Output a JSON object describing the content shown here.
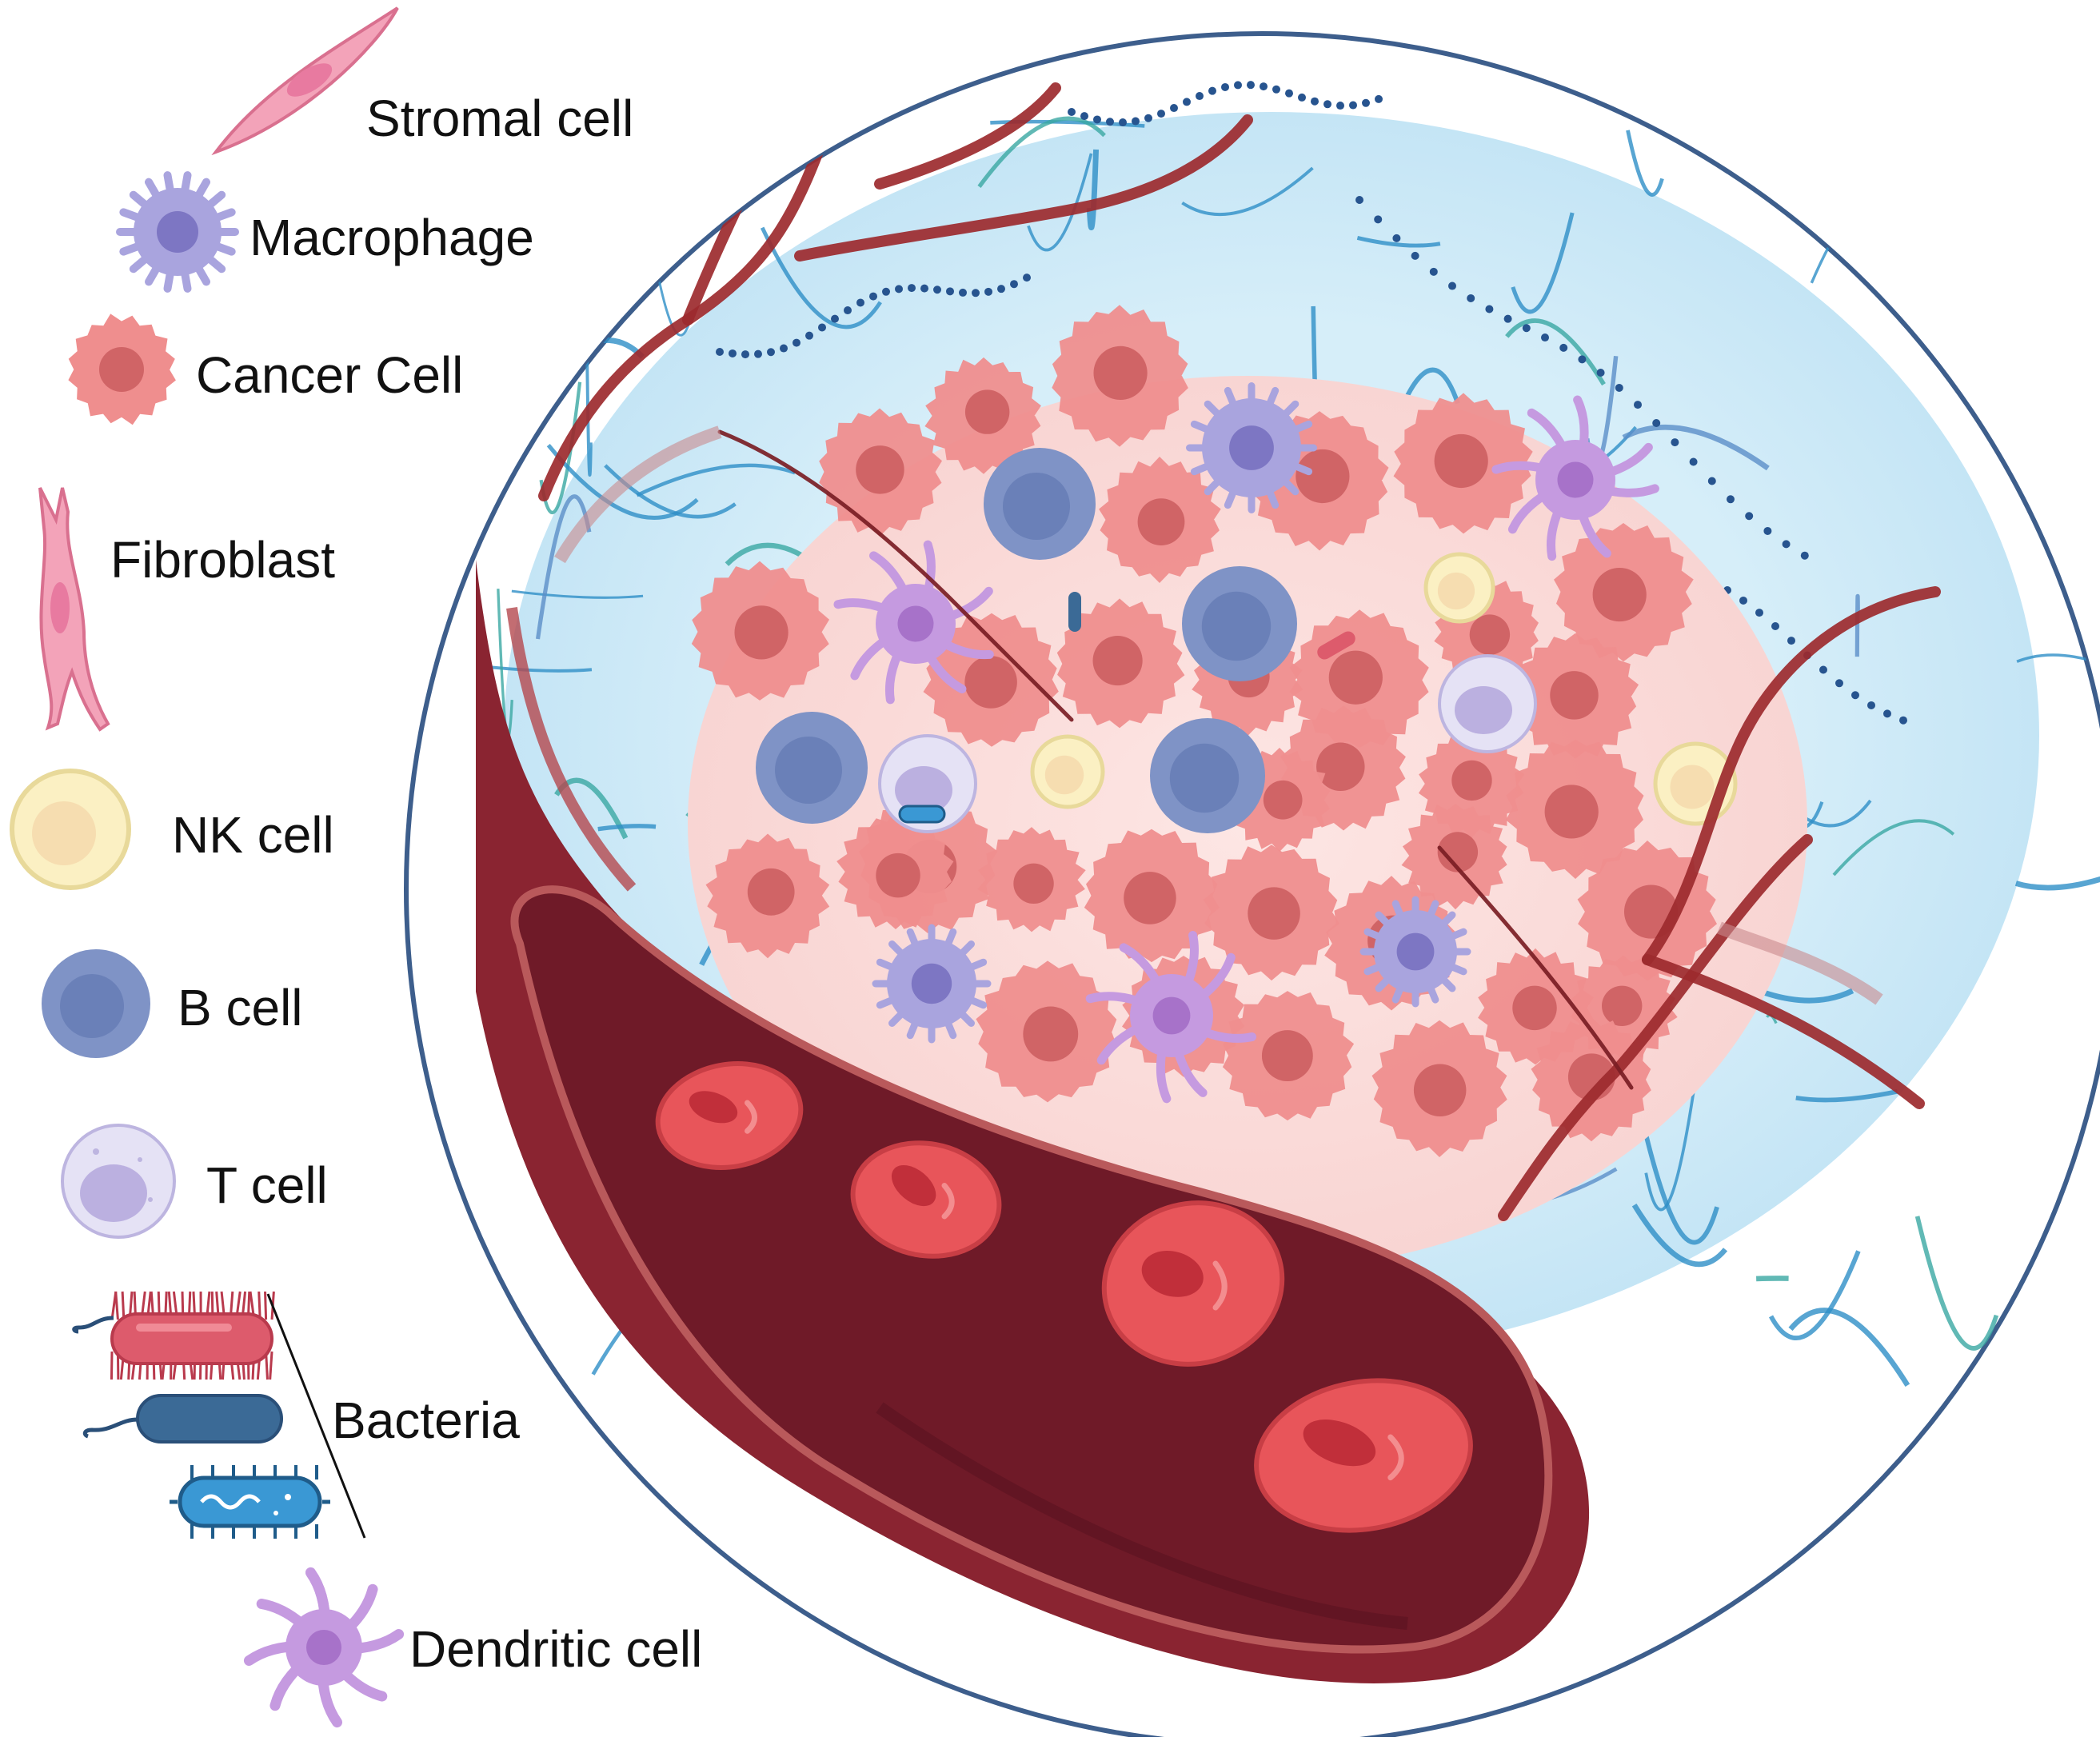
{
  "legend": {
    "items": [
      {
        "key": "stromal",
        "label": "Stromal cell",
        "icon": "stromal-cell-icon",
        "color": "#f3a3b9"
      },
      {
        "key": "macrophage",
        "label": "Macrophage",
        "icon": "macrophage-icon",
        "color": "#a9a4de"
      },
      {
        "key": "cancer",
        "label": "Cancer Cell",
        "icon": "cancer-cell-icon",
        "color": "#ef8e8e"
      },
      {
        "key": "fibroblast",
        "label": "Fibroblast",
        "icon": "fibroblast-icon",
        "color": "#f3a3b9"
      },
      {
        "key": "nk",
        "label": "NK cell",
        "icon": "nk-cell-icon",
        "color": "#fbf0c3"
      },
      {
        "key": "b",
        "label": "B cell",
        "icon": "b-cell-icon",
        "color": "#7f93c6"
      },
      {
        "key": "t",
        "label": "T cell",
        "icon": "t-cell-icon",
        "color": "#d6d2ee"
      },
      {
        "key": "bacteria",
        "label": "Bacteria",
        "icon": "bacteria-icon",
        "color": "#dd5b6c"
      },
      {
        "key": "dendritic",
        "label": "Dendritic cell",
        "icon": "dendritic-cell-icon",
        "color": "#c59ae0"
      }
    ]
  },
  "colors": {
    "circle_outline": "#3d5e8c",
    "extracellular_matrix": "#d3ecf8",
    "tumor_mass": "#fbe1df",
    "blood_vessel": "#8a2431",
    "vessel_lumen": "#6a1825",
    "red_blood_cell": "#e8555a",
    "collagen_fiber": "#2e8ec7",
    "capillary": "#9c2a2e"
  }
}
